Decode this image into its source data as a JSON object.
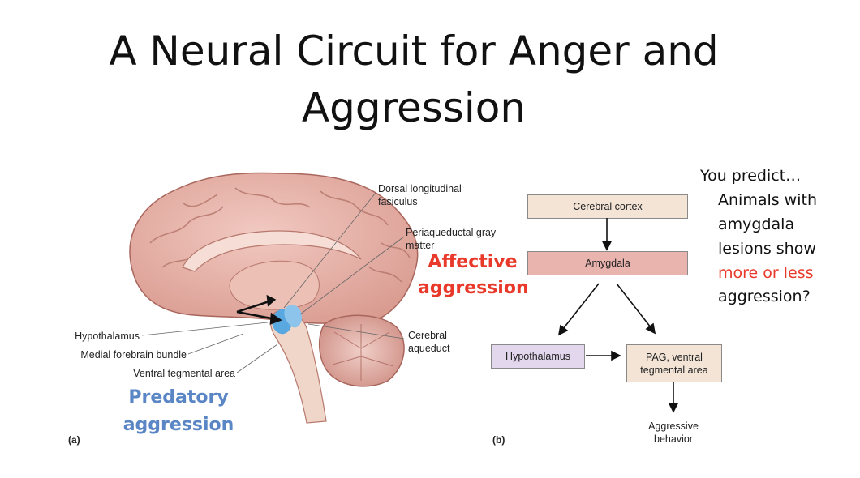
{
  "slide": {
    "title": "A Neural Circuit for Anger and Aggression"
  },
  "panel_a": {
    "tag": "(a)",
    "labels": {
      "dorsal_longitudinal": "Dorsal longitudinal\nfasiculus",
      "periaqueductal": "Periaqueductal gray\nmatter",
      "cerebral_aqueduct": "Cerebral\naqueduct",
      "hypothalamus": "Hypothalamus",
      "medial_forebrain": "Medial forebrain bundle",
      "ventral_tegmental": "Ventral tegmental area"
    },
    "affective": "Affective\naggression",
    "predatory": "Predatory\naggression"
  },
  "panel_b": {
    "tag": "(b)",
    "boxes": {
      "cortex": "Cerebral cortex",
      "amygdala": "Amygdala",
      "hypothalamus": "Hypothalamus",
      "pag": "PAG, ventral\ntegmental area"
    },
    "output": "Aggressive\nbehavior",
    "colors": {
      "cortex": "#f3e4d6",
      "amygdala": "#e9b3ae",
      "hypothalamus": "#e3d7ee",
      "pag": "#f3e4d6"
    }
  },
  "predict": {
    "heading": "You predict…",
    "line1": "Animals with",
    "line2": "amygdala",
    "line3": "lesions show",
    "highlight": "more or less",
    "line5": "aggression?",
    "highlight_color": "#e8392b"
  }
}
